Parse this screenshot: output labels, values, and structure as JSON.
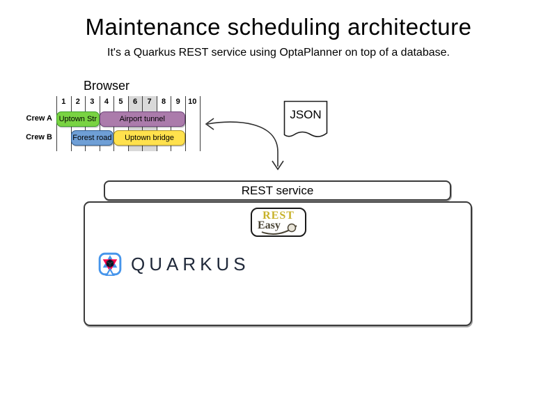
{
  "page": {
    "title": "Maintenance scheduling architecture",
    "subtitle": "It's a Quarkus REST service using OptaPlanner on top of a database."
  },
  "browser": {
    "label": "Browser",
    "gantt": {
      "type": "gantt",
      "columns": [
        "1",
        "2",
        "3",
        "4",
        "5",
        "6",
        "7",
        "8",
        "9",
        "10"
      ],
      "shaded_columns": [
        6,
        7
      ],
      "shade_color": "#d9d9d9",
      "line_color": "#3c3c3c",
      "rows": [
        {
          "label": "Crew A",
          "tasks": [
            {
              "label": "Uptown Str",
              "start": 1,
              "end": 3,
              "fill": "#79d342",
              "border": "#3f9e2d"
            },
            {
              "label": "Airport tunnel",
              "start": 4,
              "end": 9,
              "fill": "#ab7bab",
              "border": "#6f477a"
            }
          ]
        },
        {
          "label": "Crew B",
          "tasks": [
            {
              "label": "Forest road",
              "start": 2,
              "end": 4,
              "fill": "#6f9fd6",
              "border": "#2d5a8d"
            },
            {
              "label": "Uptown bridge",
              "start": 5,
              "end": 9,
              "fill": "#ffe14d",
              "border": "#ad9429"
            }
          ]
        }
      ]
    }
  },
  "json_doc": {
    "label": "JSON"
  },
  "rest_service": {
    "label": "REST service"
  },
  "resteasy": {
    "line1": "REST",
    "line2": "Easy"
  },
  "quarkus": {
    "wordmark": "QUARKUS",
    "icon_blue": "#4695EB",
    "icon_red": "#FF004A",
    "icon_dark": "#0d1321"
  }
}
